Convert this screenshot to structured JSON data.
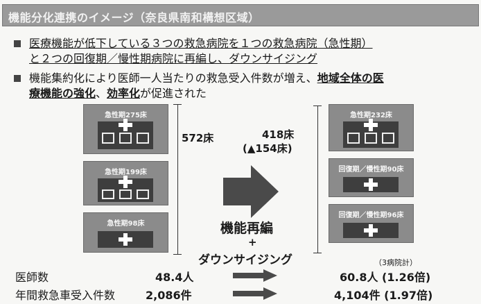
{
  "title": "機能分化連携のイメージ（奈良県南和構想区域）",
  "bullets": [
    {
      "line1": "医療機能が低下している３つの救急病院を１つの救急病院（急性期）",
      "line2": "と２つの回復期／慢性期病院に再編し、ダウンサイジング"
    },
    {
      "line1_a": "機能集約化により医師一人当たりの救急受入件数が増え、",
      "line1_b": "地域全体の医",
      "line2_a": "療機能の強化",
      "line2_b": "、",
      "line2_c": "効率化",
      "line2_d": "が促進された"
    }
  ],
  "before": {
    "hospitals": [
      "急性期275床",
      "急性期199床",
      "急性期98床"
    ],
    "total": "572床"
  },
  "after": {
    "hospitals": [
      "急性期232床",
      "回復期／慢性期90床",
      "回復期／慢性期96床"
    ],
    "total": "418床",
    "change": "(▲154床)"
  },
  "center": {
    "line1": "機能再編",
    "plus": "+",
    "line2": "ダウンサイジング"
  },
  "note": "（3病院計）",
  "stats": [
    {
      "label": "医師数",
      "before": "48.4人",
      "after": "60.8人 (1.26倍)"
    },
    {
      "label": "年間救急車受入件数",
      "before": "2,086件",
      "after": "4,104件 (1.97倍)"
    }
  ],
  "colors": {
    "card": "#8b8b8b",
    "building": "#3e3e3e",
    "arrow": "#4a4a4a",
    "title_bar": "#9a9a9a"
  }
}
